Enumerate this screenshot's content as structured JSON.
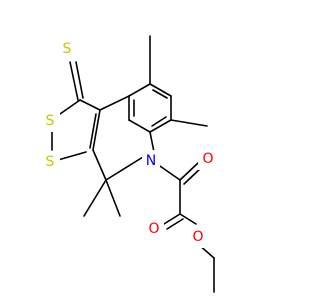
{
  "molecule": {
    "atoms": {
      "s_thione": {
        "label": "S",
        "color": "#c8c800"
      },
      "s_upper": {
        "label": "S",
        "color": "#c8c800"
      },
      "s_lower": {
        "label": "S",
        "color": "#c8c800"
      },
      "n_ring": {
        "label": "N",
        "color": "#0000ff"
      },
      "o_keto": {
        "label": "O",
        "color": "#ff0000"
      },
      "o_ester_carbonyl": {
        "label": "O",
        "color": "#ff0000"
      },
      "o_ester": {
        "label": "O",
        "color": "#ff0000"
      }
    },
    "bond_color": "#000000"
  }
}
